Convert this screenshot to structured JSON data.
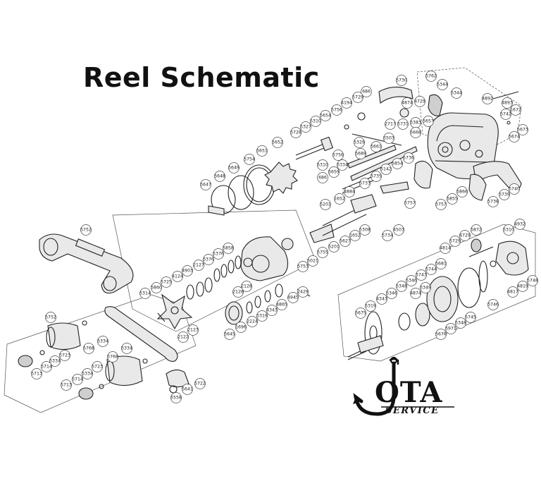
{
  "title": "Reel Schematic",
  "logo": {
    "text": "OTA",
    "subtext": "SERVICE"
  },
  "part_numbers": [
    "5730",
    "5762",
    "5344",
    "5344",
    "4892",
    "4893",
    "686",
    "5729",
    "4194",
    "4874",
    "4729",
    "1672",
    "5742",
    "5673",
    "5674",
    "5756",
    "5654",
    "5310",
    "5327",
    "5728",
    "2717",
    "5731",
    "5383",
    "5657",
    "5668",
    "5652",
    "5329",
    "5503",
    "5651",
    "5754",
    "5649",
    "5648",
    "5647",
    "5756",
    "5689",
    "5661",
    "5310",
    "5334",
    "5659",
    "686",
    "5736",
    "5142",
    "5854",
    "5735",
    "5733",
    "4884",
    "5201",
    "1652",
    "5757",
    "5757",
    "5855",
    "5866",
    "5739",
    "5740",
    "5738",
    "5734",
    "4503",
    "5308",
    "1652",
    "5627",
    "5201",
    "5755",
    "5752",
    "5858",
    "5376",
    "5376",
    "2127",
    "4903",
    "4124",
    "5725",
    "5860",
    "5314",
    "2128",
    "2128",
    "5753",
    "5021",
    "2429",
    "4945",
    "4865",
    "4343",
    "5319",
    "2224",
    "1696",
    "5645",
    "2123",
    "2122",
    "5752",
    "5334",
    "5768",
    "5723",
    "5334",
    "5714",
    "5713",
    "5768",
    "5334",
    "5723",
    "5334",
    "5714",
    "5713",
    "5558",
    "5641",
    "5722",
    "4932",
    "5310",
    "5872",
    "4729",
    "5729",
    "4814",
    "5681",
    "5744",
    "5743",
    "5346",
    "5348",
    "5349",
    "4874",
    "4343",
    "5346",
    "5319",
    "5675",
    "5745",
    "5348",
    "5971",
    "5676",
    "5746",
    "4817",
    "4819",
    "5748"
  ]
}
